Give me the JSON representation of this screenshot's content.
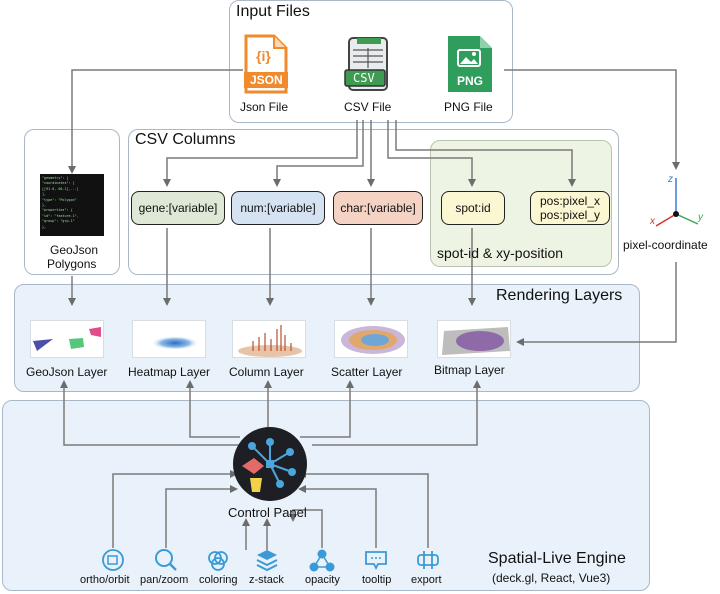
{
  "input_files": {
    "title": "Input Files",
    "json_label": "Json File",
    "json_icon_text": "JSON",
    "json_icon_symbol": "{i}",
    "csv_label": "CSV File",
    "csv_icon_text": "CSV",
    "png_label": "PNG File",
    "png_icon_text": "PNG"
  },
  "geojson_box": {
    "code_lines": [
      "\"geometry\": {",
      "  \"coordinates\": [",
      "    [[91.0, 60.1],...]",
      "  ],",
      "  \"type\": \"Polygon\"",
      "},",
      "\"properties\": {",
      "  \"id\": \"feature-1\",",
      "  \"group\": \"grp-1\"",
      "},"
    ],
    "label_line1": "GeoJson",
    "label_line2": "Polygons"
  },
  "csv_columns": {
    "title": "CSV Columns",
    "gene": "gene:[variable]",
    "num": "num:[variable]",
    "char": "char:[variable]",
    "spot_id": "spot:id",
    "pos_x": "pos:pixel_x",
    "pos_y": "pos:pixel_y",
    "spot_group_label": "spot-id & xy-position"
  },
  "pixel_coordinate": {
    "label": "pixel-coordinate",
    "axis_x": "x",
    "axis_y": "y",
    "axis_z": "z"
  },
  "rendering_layers": {
    "title": "Rendering Layers",
    "layers": [
      "GeoJson Layer",
      "Heatmap Layer",
      "Column Layer",
      "Scatter Layer",
      "Bitmap Layer"
    ]
  },
  "engine": {
    "title": "Spatial-Live Engine",
    "subtitle": "(deck.gl, React, Vue3)",
    "control_panel": "Control Panel",
    "tools": [
      "ortho/orbit",
      "pan/zoom",
      "coloring",
      "z-stack",
      "opacity",
      "tooltip",
      "export"
    ]
  },
  "colors": {
    "gene_fill": "#dde8d6",
    "num_fill": "#d4e2f2",
    "char_fill": "#f4d2c4",
    "spot_fill": "#fbf7d2",
    "spot_group_fill": "#eef4e4",
    "panel_fill": "#e9f2fa",
    "accent": "#4a9fd8",
    "json_orange": "#f08a2c",
    "png_green": "#2f9e5c",
    "csv_green": "#3f9a52"
  }
}
